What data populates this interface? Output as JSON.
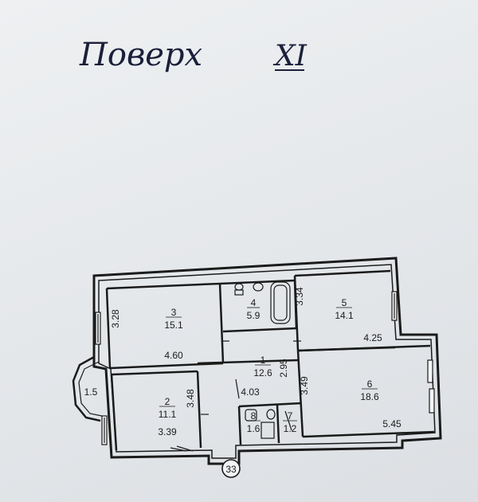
{
  "floor_title": "Поверх",
  "floor_number": "XI",
  "entrance_label": "33",
  "rooms": [
    {
      "id": "1",
      "area": "12.6"
    },
    {
      "id": "2",
      "area": "11.1"
    },
    {
      "id": "3",
      "area": "15.1"
    },
    {
      "id": "4",
      "area": "5.9"
    },
    {
      "id": "5",
      "area": "14.1"
    },
    {
      "id": "6",
      "area": "18.6"
    },
    {
      "id": "7",
      "area": "1.2"
    },
    {
      "id": "8",
      "area": "1.6"
    }
  ],
  "dimensions": {
    "d_328": "3.28",
    "d_460": "4.60",
    "d_334": "3.34",
    "d_425": "4.25",
    "d_295": "2.95",
    "d_403": "4.03",
    "d_348": "3.48",
    "d_349": "3.49",
    "d_339": "3.39",
    "d_15": "1.5",
    "d_545": "5.45"
  },
  "colors": {
    "ink": "#1b1b1b",
    "pen": "#1a1f3a",
    "paper": "#eceff1"
  }
}
